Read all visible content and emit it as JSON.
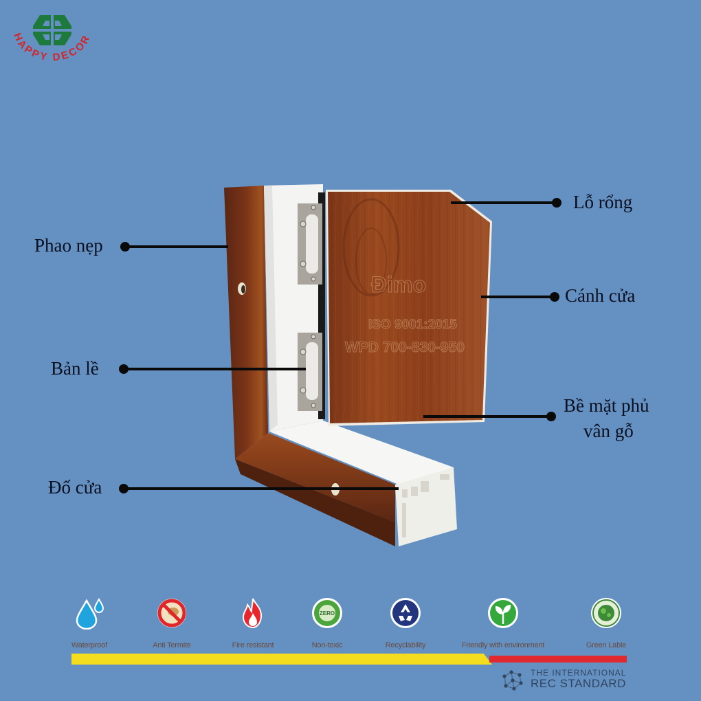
{
  "brand": {
    "name": "HAPPY DECOR",
    "logo_icon": "happy-decor-logo",
    "colors": {
      "logo_green": "#1e7a3c",
      "logo_text_red": "#d3242b"
    }
  },
  "background_color": "#6591c2",
  "product": {
    "name": "door-frame-cross-section",
    "door_imprint": {
      "brand": "Đimo",
      "iso": "ISO 9001:2015",
      "line": "WPD 700-830-950"
    },
    "colors": {
      "wood": "#8a3f1c",
      "wood_dark": "#5e2a14",
      "pvc_white": "#f4f4f2",
      "hinge_steel": "#a9a49c"
    }
  },
  "labels": {
    "left": [
      {
        "id": "phao-nep",
        "text": "Phao nẹp"
      },
      {
        "id": "ban-le",
        "text": "Bản lề"
      },
      {
        "id": "do-cua",
        "text": "Đố cửa"
      }
    ],
    "right": [
      {
        "id": "lo-rong",
        "text": "Lỗ rổng"
      },
      {
        "id": "canh-cua",
        "text": "Cánh cửa"
      },
      {
        "id": "be-mat",
        "text_line1": "Bề mặt phủ",
        "text_line2": "vân gỗ"
      }
    ]
  },
  "features": [
    {
      "icon": "water-drop-icon",
      "label": "Waterproof"
    },
    {
      "icon": "anti-termite-icon",
      "label": "Anti Termite"
    },
    {
      "icon": "fire-icon",
      "label": "Fire resistant"
    },
    {
      "icon": "zero-toxic-icon",
      "label": "Non-toxic"
    },
    {
      "icon": "recycle-icon",
      "label": "Recyclability"
    },
    {
      "icon": "plant-icon",
      "label": "Friendly with environment"
    },
    {
      "icon": "green-label-icon",
      "label": "Green Lable"
    }
  ],
  "standard": {
    "line1": "THE INTERNATIONAL",
    "line2": "REC STANDARD",
    "icon": "rec-molecule-icon"
  },
  "strip_colors": {
    "yellow": "#f4dc1e",
    "red": "#e02a2f"
  }
}
